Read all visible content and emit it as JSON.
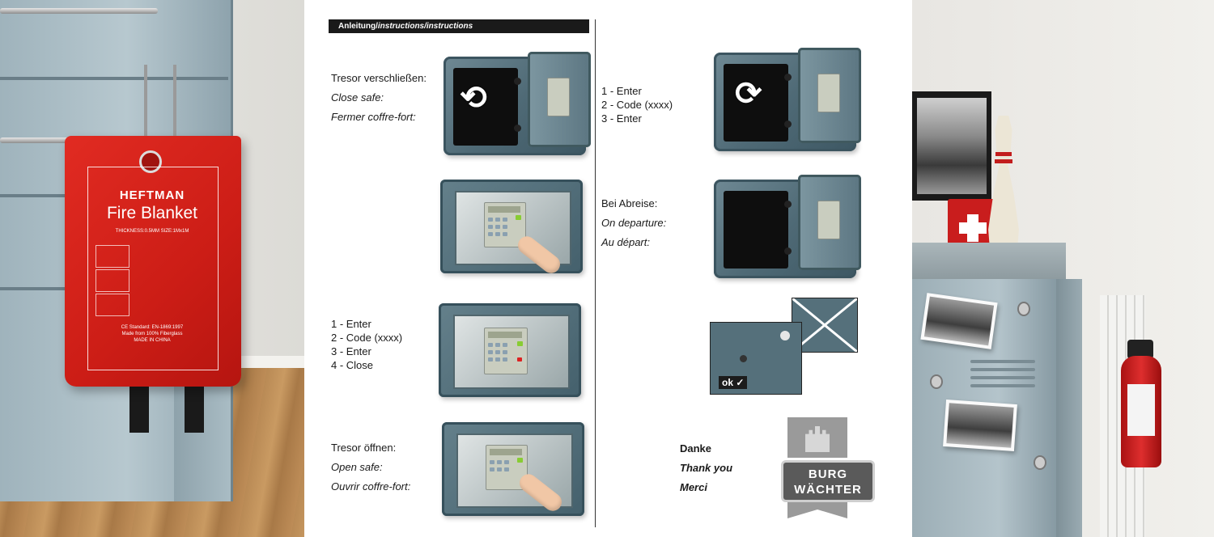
{
  "header": {
    "title_de": "Anleitung/",
    "title_en": "instructions/",
    "title_fr": "instructions"
  },
  "steps": {
    "close": {
      "de": "Tresor verschließen:",
      "en": "Close safe:",
      "fr": "Fermer coffre-fort:"
    },
    "close_codes": [
      "1 - Enter",
      "2 - Code (xxxx)",
      "3 - Enter",
      "4 - Close"
    ],
    "open": {
      "de": "Tresor öffnen:",
      "en": "Open safe:",
      "fr": "Ouvrir coffre-fort:"
    },
    "open_codes": [
      "1 - Enter",
      "2 - Code (xxxx)",
      "3 - Enter"
    ],
    "departure": {
      "de": "Bei Abreise:",
      "en": "On departure:",
      "fr": "Au départ:"
    },
    "ok_label": "ok",
    "check_mark": "✓"
  },
  "thanks": {
    "de": "Danke",
    "en": "Thank you",
    "fr": "Merci"
  },
  "logo": {
    "line1": "BURG",
    "line2": "WÄCHTER"
  },
  "blanket": {
    "brand": "HEFTMAN",
    "product": "Fire Blanket",
    "spec": "THICKNESS:0.5MM  SIZE:1Mx1M",
    "standard": "CE Standard: EN-1869:1997",
    "material": "Made from 100% Fiberglass",
    "origin": "MADE IN CHINA"
  },
  "colors": {
    "blanket_red": "#d32018",
    "safe_teal": "#55707b",
    "cabinet_blue": "#a9bcc4"
  }
}
